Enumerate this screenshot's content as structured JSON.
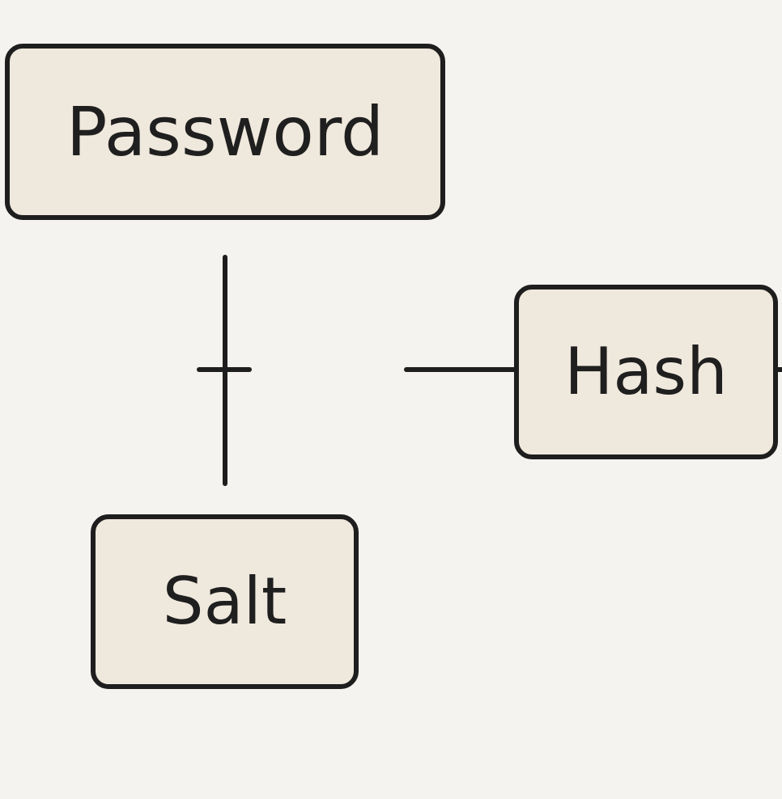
{
  "diagram": {
    "nodes": {
      "password": {
        "label": "Password"
      },
      "hash": {
        "label": "Hash"
      },
      "salt": {
        "label": "Salt"
      }
    },
    "connections": [
      {
        "from": "password",
        "to": "salt",
        "kind": "line-with-plus"
      },
      {
        "from": "combined",
        "to": "hash",
        "kind": "line"
      }
    ],
    "colors": {
      "background": "#f5f3ef",
      "box_fill": "#efe8dc",
      "stroke": "#1e1e1e",
      "text": "#1f1f1f"
    }
  }
}
